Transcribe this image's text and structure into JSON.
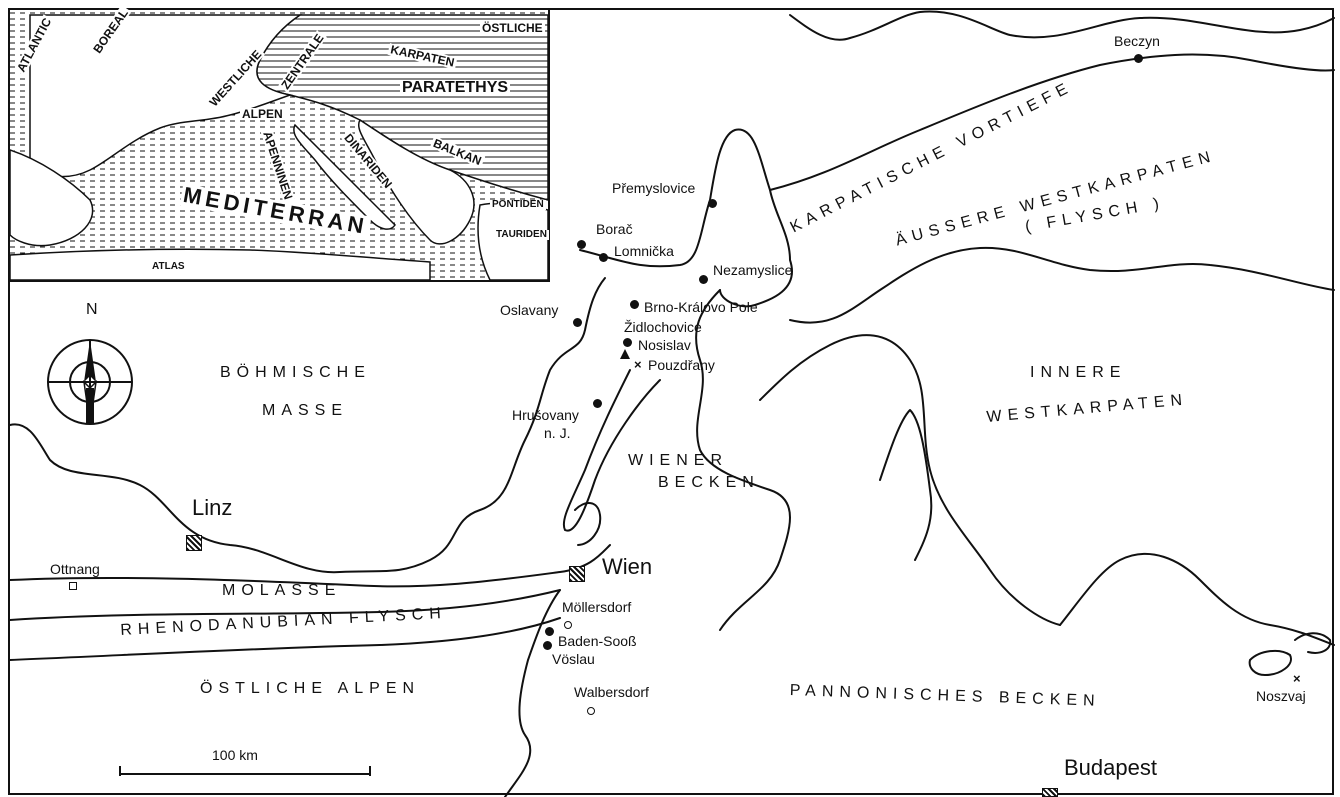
{
  "inset": {
    "labels": {
      "atlantic": "ATLANTIC",
      "boreal": "BOREAL",
      "westliche": "WESTLICHE",
      "zentrale": "ZENTRALE",
      "ostliche": "ÖSTLICHE",
      "karpaten": "KARPATEN",
      "paratethys": "PARATETHYS",
      "alpen": "ALPEN",
      "dinariden": "DINARIDEN",
      "apenninen": "APENNINEN",
      "balkan": "BALKAN",
      "pontiden": "PONTIDEN",
      "tauriden": "TAURIDEN",
      "mediterran": "MEDITERRAN",
      "atlas": "ATLAS"
    }
  },
  "compass": {
    "north": "N"
  },
  "regions": {
    "bohmische_1": "BÖHMISCHE",
    "bohmische_2": "MASSE",
    "molasse": "MOLASSE",
    "flysch": "RHENODANUBIAN FLYSCH",
    "ostliche_alpen": "ÖSTLICHE ALPEN",
    "wiener_1": "WIENER",
    "wiener_2": "BECKEN",
    "karpatische": "KARPATISCHE VORTIEFE",
    "aussere_1": "ÄUSSERE WESTKARPATEN",
    "aussere_2": "( FLYSCH )",
    "innere_1": "INNERE",
    "innere_2": "WESTKARPATEN",
    "pannonisches": "PANNONISCHES BECKEN"
  },
  "places": {
    "beczyn": "Beczyn",
    "premyslovice": "Přemyslovice",
    "borac": "Borač",
    "lomnicka": "Lomnička",
    "nezamyslice": "Nezamyslice",
    "oslavany": "Oslavany",
    "brno": "Brno-Královo Pole",
    "zidlochovice": "Židlochovice",
    "nosislav": "Nosislav",
    "pouzdrany": "Pouzdřany",
    "hrusovany_1": "Hrušovany",
    "hrusovany_2": "n. J.",
    "linz": "Linz",
    "ottnang": "Ottnang",
    "wien": "Wien",
    "mollersdorf": "Möllersdorf",
    "baden": "Baden-Sooß",
    "voslau": "Vöslau",
    "walbersdorf": "Walbersdorf",
    "noszvaj": "Noszvaj",
    "budapest": "Budapest"
  },
  "scale": {
    "label": "100 km"
  },
  "colors": {
    "ink": "#111111",
    "paper": "#ffffff"
  }
}
